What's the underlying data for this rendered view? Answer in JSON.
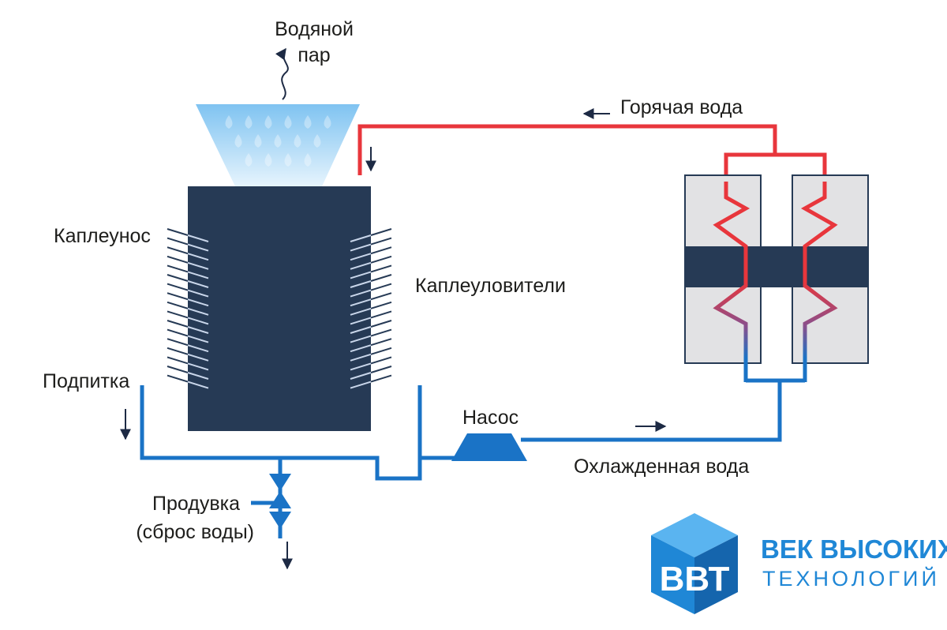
{
  "labels": {
    "steam_line1": "Водяной",
    "steam_line2": "пар",
    "hot_water": "Горячая вода",
    "drift_eliminator": "Каплеунос",
    "droplet_catchers": "Каплеуловители",
    "makeup": "Подпитка",
    "pump": "Насос",
    "cooled_water": "Охлажденная вода",
    "blowdown_line1": "Продувка",
    "blowdown_line2": "(сброс воды)"
  },
  "brand": {
    "logo_letters": "ВВТ",
    "name_line1": "ВЕК ВЫСОКИХ",
    "name_line2": "ТЕХНОЛОГИЙ"
  },
  "colors": {
    "hot_pipe": "#e8363c",
    "cold_pipe": "#1a73c6",
    "tower_body": "#263a55",
    "exchanger_plate": "#e2e2e4",
    "brand_blue": "#1f87d6",
    "text": "#1d1d1b"
  }
}
